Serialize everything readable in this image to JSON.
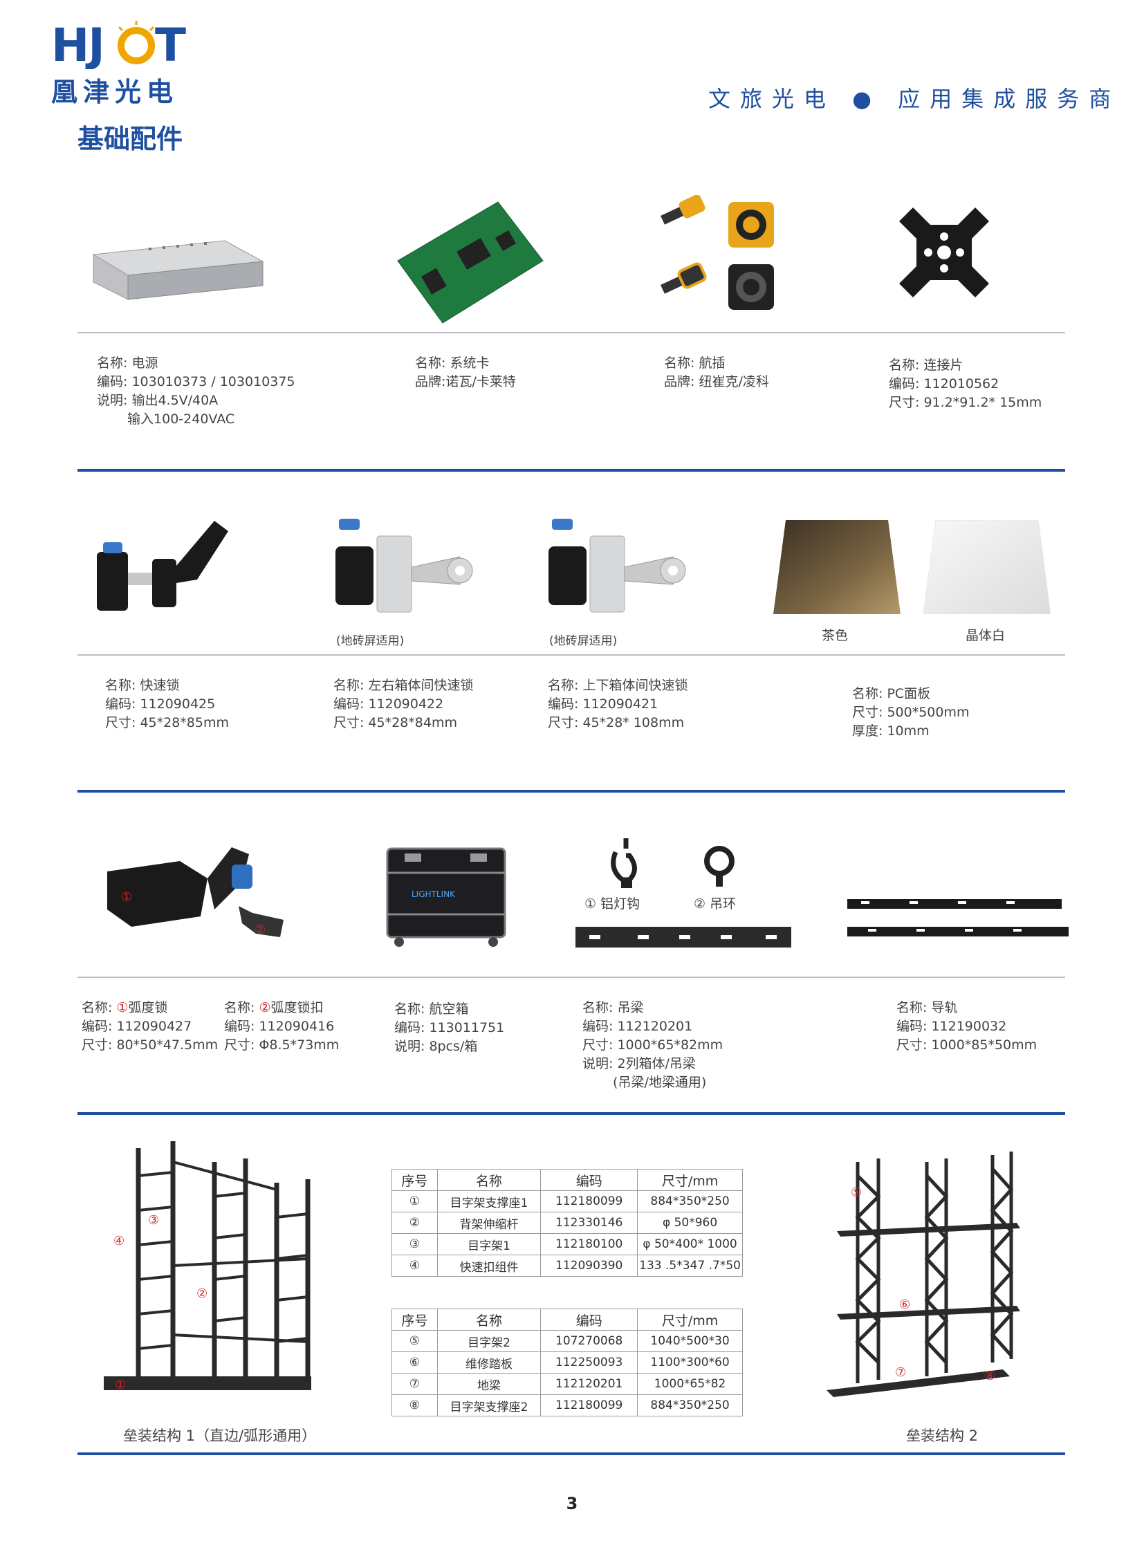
{
  "header": {
    "logo_text": "HJOT",
    "logo_sub": "凰津光电",
    "slogan": "文旅光电 ● 应用集成服务商",
    "section_title": "基础配件"
  },
  "row1": [
    {
      "lines": [
        "名称: 电源",
        "编码: 103010373 / 103010375",
        "说明: 输出4.5V/40A",
        "　　 输入100-240VAC"
      ]
    },
    {
      "lines": [
        "名称: 系统卡",
        "品牌:诺瓦/卡莱特"
      ]
    },
    {
      "lines": [
        "名称: 航插",
        "品牌: 纽崔克/凌科"
      ]
    },
    {
      "lines": [
        "名称: 连接片",
        "编码: 112010562",
        "尺寸: 91.2*91.2* 15mm"
      ]
    }
  ],
  "row2": {
    "captions": [
      "(地砖屏适用)",
      "(地砖屏适用)",
      "茶色",
      "晶体白"
    ],
    "items": [
      {
        "lines": [
          "名称: 快速锁",
          "编码: 112090425",
          "尺寸: 45*28*85mm"
        ]
      },
      {
        "lines": [
          "名称: 左右箱体间快速锁",
          "编码: 112090422",
          "尺寸: 45*28*84mm"
        ]
      },
      {
        "lines": [
          "名称: 上下箱体间快速锁",
          "编码: 112090421",
          "尺寸: 45*28* 108mm"
        ]
      },
      {
        "lines": [
          "名称: PC面板",
          "尺寸: 500*500mm",
          "厚度: 10mm"
        ]
      }
    ]
  },
  "row3": {
    "hook_labels": [
      "① 铝灯钩",
      "② 吊环"
    ],
    "case_brand": "LIGHTLINK",
    "arc_lock": {
      "name_prefix": "名称: ",
      "name_num": "①",
      "name": "弧度锁",
      "code": "编码: 112090427",
      "size": "尺寸: 80*50*47.5mm"
    },
    "arc_clip": {
      "name_prefix": "名称: ",
      "name_num": "②",
      "name": "弧度锁扣",
      "code": "编码: 112090416",
      "size": "尺寸: Φ8.5*73mm"
    },
    "items": [
      {
        "lines": [
          "名称: 航空箱",
          "编码: 113011751",
          "说明: 8pcs/箱"
        ]
      },
      {
        "lines": [
          "名称: 吊梁",
          "编码: 112120201",
          "尺寸: 1000*65*82mm",
          "说明: 2列箱体/吊梁",
          "　　 (吊梁/地梁通用)"
        ]
      },
      {
        "lines": [
          "名称: 导轨",
          "编码: 112190032",
          "尺寸: 1000*85*50mm"
        ]
      }
    ]
  },
  "row4": {
    "caption1": "垒装结构 1（直边/弧形通用）",
    "caption2": "垒装结构 2",
    "headers": [
      "序号",
      "名称",
      "编码",
      "尺寸/mm"
    ],
    "table1": [
      [
        "①",
        "目字架支撑座1",
        "112180099",
        "884*350*250"
      ],
      [
        "②",
        "背架伸缩杆",
        "112330146",
        "φ 50*960"
      ],
      [
        "③",
        "目字架1",
        "112180100",
        "φ 50*400* 1000"
      ],
      [
        "④",
        "快速扣组件",
        "112090390",
        "133 .5*347 .7*50"
      ]
    ],
    "table2": [
      [
        "⑤",
        "目字架2",
        "107270068",
        "1040*500*30"
      ],
      [
        "⑥",
        "维修踏板",
        "112250093",
        "1100*300*60"
      ],
      [
        "⑦",
        "地梁",
        "112120201",
        "1000*65*82"
      ],
      [
        "⑧",
        "目字架支撑座2",
        "112180099",
        "884*350*250"
      ]
    ],
    "markers1": [
      "①",
      "②",
      "③",
      "④"
    ],
    "markers2": [
      "⑤",
      "⑥",
      "⑦",
      "⑧"
    ]
  },
  "page_number": "3"
}
